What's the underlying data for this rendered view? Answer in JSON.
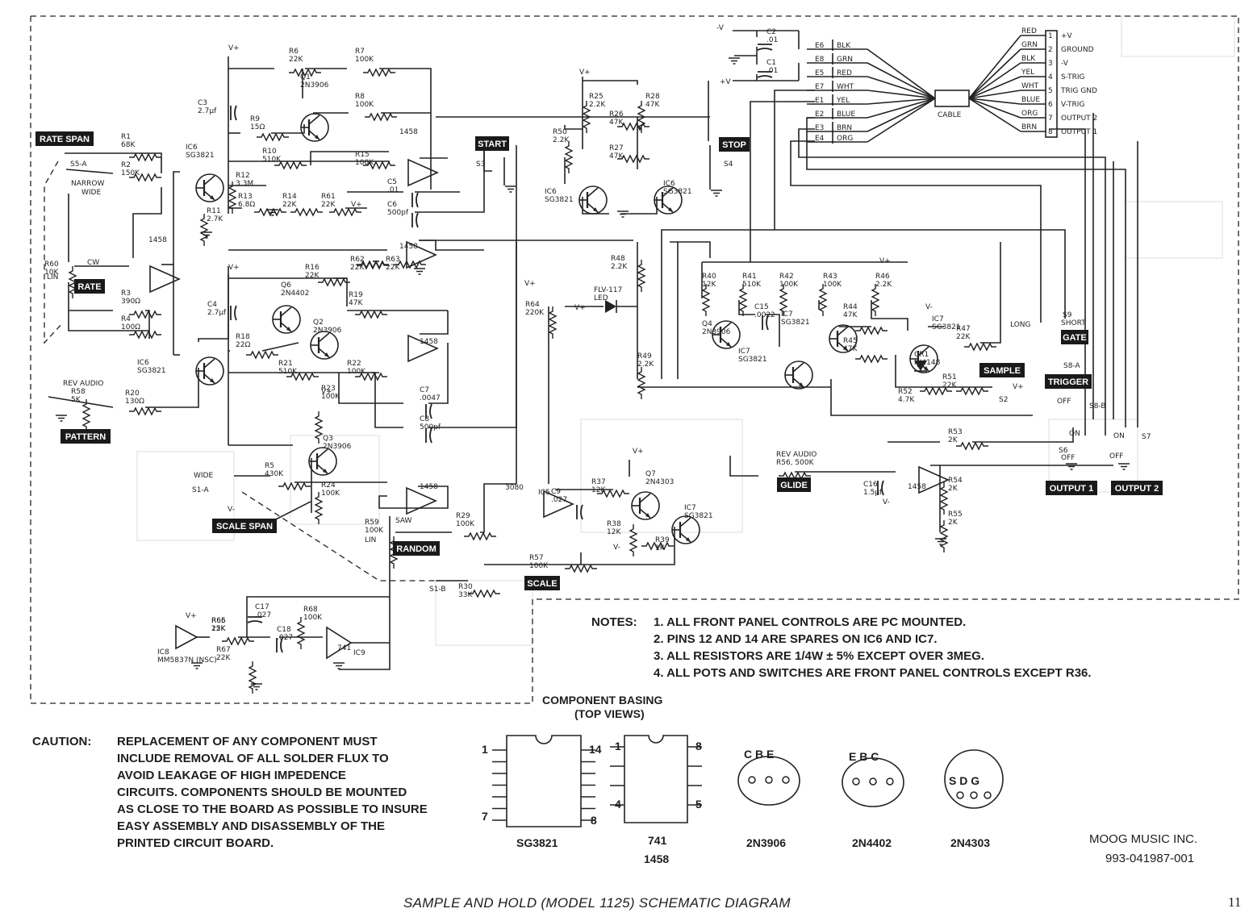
{
  "footer": {
    "title": "SAMPLE AND HOLD (MODEL 1125) SCHEMATIC DIAGRAM",
    "page_number": "11"
  },
  "panel_labels": {
    "rate_span": "RATE SPAN",
    "rate": "RATE",
    "pattern": "PATTERN",
    "scale_span": "SCALE SPAN",
    "random": "RANDOM",
    "scale": "SCALE",
    "start": "START",
    "stop": "STOP",
    "gate": "GATE",
    "sample": "SAMPLE",
    "trigger": "TRIGGER",
    "glide": "GLIDE",
    "output1": "OUTPUT 1",
    "output2": "OUTPUT 2"
  },
  "components": {
    "R1": [
      "R1",
      "68K"
    ],
    "R2": [
      "R2",
      "150K"
    ],
    "R3": [
      "R3",
      "390Ω"
    ],
    "R4": [
      "R4",
      "100Ω"
    ],
    "R5": [
      "R5",
      "430K"
    ],
    "R6": [
      "R6",
      "22K"
    ],
    "R7": [
      "R7",
      "100K"
    ],
    "R8": [
      "R8",
      "100K"
    ],
    "R9": [
      "R9",
      "15Ω"
    ],
    "R10": [
      "R10",
      "510K"
    ],
    "R11": [
      "R11",
      "2.7K"
    ],
    "R12": [
      "R12",
      "3.3M"
    ],
    "R13": [
      "R13",
      "6.8Ω"
    ],
    "R14": [
      "R14",
      "22K"
    ],
    "R15": [
      "R15",
      "100K"
    ],
    "R16": [
      "R16",
      "22K"
    ],
    "R18": [
      "R18",
      "22Ω"
    ],
    "R19": [
      "R19",
      "47K"
    ],
    "R20": [
      "R20",
      "130Ω"
    ],
    "R21": [
      "R21",
      "510K"
    ],
    "R22": [
      "R22",
      "100K"
    ],
    "R23": [
      "R23",
      "100K"
    ],
    "R24": [
      "R24",
      "100K"
    ],
    "R25": [
      "R25",
      "2.2K"
    ],
    "R26": [
      "R26",
      "47K"
    ],
    "R27": [
      "R27",
      "47K"
    ],
    "R28": [
      "R28",
      "47K"
    ],
    "R29": [
      "R29",
      "100K"
    ],
    "R30": [
      "R30",
      "33K"
    ],
    "R37": [
      "R37",
      "12K"
    ],
    "R38": [
      "R38",
      "12K"
    ],
    "R39": [
      "R39",
      "1K"
    ],
    "R40": [
      "R40",
      "12K"
    ],
    "R41": [
      "R41",
      "510K"
    ],
    "R42": [
      "R42",
      "100K"
    ],
    "R43": [
      "R43",
      "100K"
    ],
    "R44": [
      "R44",
      "47K"
    ],
    "R45": [
      "R45",
      "47K"
    ],
    "R46": [
      "R46",
      "2.2K"
    ],
    "R47": [
      "R47",
      "22K"
    ],
    "R48": [
      "R48",
      "2.2K"
    ],
    "R49": [
      "R49",
      "2.2K"
    ],
    "R50": [
      "R50",
      "2.2K"
    ],
    "R51": [
      "R51",
      "22K"
    ],
    "R52": [
      "R52",
      "4.7K"
    ],
    "R53": [
      "R53",
      "2K"
    ],
    "R54": [
      "R54",
      "2K"
    ],
    "R55": [
      "R55",
      "2K"
    ],
    "R61": [
      "R61",
      "22K"
    ],
    "R62": [
      "R62",
      "22K"
    ],
    "R63": [
      "R63",
      "22K"
    ],
    "R64": [
      "R64",
      "220K"
    ],
    "R65": [
      "R65",
      "22K"
    ],
    "R66": [
      "R66",
      "15K"
    ],
    "R67": [
      "R67",
      "22K"
    ],
    "R68": [
      "R68",
      "100K"
    ],
    "R56": [
      "REV AUDIO",
      "R56, 500K"
    ],
    "R57": [
      "R57",
      "100K"
    ],
    "R58": [
      "R58",
      "5K"
    ],
    "R59": [
      "R59",
      "100K"
    ],
    "R60": [
      "R60",
      "10K"
    ],
    "C1": [
      "C1",
      ".01"
    ],
    "C2": [
      "C2",
      ".01"
    ],
    "C3": [
      "C3",
      "2.7μf"
    ],
    "C4": [
      "C4",
      "2.7μf"
    ],
    "C5": [
      "C5",
      ".01"
    ],
    "C6": [
      "C6",
      "500pf"
    ],
    "C7": [
      "C7",
      ".0047"
    ],
    "C8": [
      "C8",
      "500pf"
    ],
    "C9": [
      "C9",
      ".027"
    ],
    "C15": [
      "C15",
      ".0022"
    ],
    "C16": [
      "C16",
      "1.5μf"
    ],
    "C17": [
      "C17",
      ".027"
    ],
    "C18": [
      "C18",
      ".027"
    ],
    "Q1": [
      "Q1",
      "2N3906"
    ],
    "Q2": [
      "Q2",
      "2N3906"
    ],
    "Q3": [
      "Q3",
      "2N3906"
    ],
    "Q4": [
      "Q4",
      "2N3906"
    ],
    "Q6": [
      "Q6",
      "2N4402"
    ],
    "Q7": [
      "Q7",
      "2N4303"
    ],
    "CR1": [
      "CR1",
      "IN4148"
    ],
    "IC6a": [
      "IC6",
      "SG3821"
    ],
    "IC6b": [
      "IC6",
      "SG3821"
    ],
    "IC6c": [
      "IC6",
      "SG3821"
    ],
    "IC6big": [
      "IC6",
      "SG3821"
    ],
    "IC7a": [
      "IC7",
      "SG3821"
    ],
    "IC7b": [
      "IC7",
      "SG3821"
    ],
    "IC7c": [
      "IC7",
      "SG3821"
    ],
    "IC7d": [
      "IC7",
      "SG3821"
    ],
    "IC8": [
      "IC8",
      "MM5837N (NSC)"
    ],
    "ICop": [
      "1458",
      "IC9",
      "741",
      "3080",
      "IC5"
    ],
    "LED": [
      "FLV-117",
      "LED"
    ]
  },
  "misc_labels": {
    "vplus": "V+",
    "vminus": "V-",
    "cw": "CW",
    "lin": "LIN",
    "wide": "WIDE",
    "narrow_wide": [
      "NARROW",
      "WIDE"
    ],
    "rev_audio": "REV AUDIO",
    "saw": "SAW",
    "long": "LONG",
    "short": "SHORT",
    "on": "ON",
    "off": "OFF",
    "cable": "CABLE",
    "switches": [
      "S5-A",
      "S3",
      "S4",
      "S1-A",
      "S1-B",
      "S2",
      "S8-A",
      "S8-B",
      "S9",
      "S6",
      "S7"
    ],
    "edge_pins": [
      "E6",
      "E8",
      "E5",
      "E7",
      "E1",
      "E2",
      "E3",
      "E4"
    ],
    "edge_colors": [
      "BLK",
      "GRN",
      "RED",
      "WHT",
      "YEL",
      "BLUE",
      "BRN",
      "ORG"
    ],
    "connector_colors": [
      "RED",
      "GRN",
      "BLK",
      "YEL",
      "WHT",
      "BLUE",
      "ORG",
      "BRN"
    ],
    "connector_functions": [
      "+V",
      "GROUND",
      "-V",
      "S-TRIG",
      "TRIG GND",
      "V-TRIG",
      "OUTPUT 2",
      "OUTPUT 1"
    ]
  },
  "notes": {
    "heading": "NOTES:",
    "items": [
      "1.  ALL FRONT PANEL CONTROLS ARE PC MOUNTED.",
      "2.  PINS 12 AND 14 ARE SPARES ON IC6 AND IC7.",
      "3.  ALL RESISTORS ARE 1/4W ± 5% EXCEPT OVER 3MEG.",
      "4.  ALL POTS AND SWITCHES ARE FRONT PANEL CONTROLS EXCEPT R36."
    ]
  },
  "caution": {
    "heading": "CAUTION:",
    "lines": [
      "REPLACEMENT OF ANY COMPONENT MUST",
      "INCLUDE REMOVAL OF ALL SOLDER FLUX TO",
      "AVOID LEAKAGE OF HIGH IMPEDENCE",
      "CIRCUITS. COMPONENTS SHOULD BE MOUNTED",
      "AS CLOSE TO THE BOARD AS POSSIBLE TO INSURE",
      "EASY ASSEMBLY AND DISASSEMBLY OF THE",
      "PRINTED CIRCUIT BOARD."
    ]
  },
  "basing": {
    "title": [
      "COMPONENT BASING",
      "(TOP VIEWS)"
    ],
    "sg3821": {
      "name": "SG3821",
      "pin_tl": "1",
      "pin_tr": "14",
      "pin_bl": "7",
      "pin_br": "8"
    },
    "ic741": {
      "name": [
        "741",
        "1458"
      ],
      "pin_tl": "1",
      "pin_tr": "8",
      "pin_bl": "4",
      "pin_br": "5"
    },
    "t2n3906": {
      "name": "2N3906",
      "pins": "C B E"
    },
    "t2n4402": {
      "name": "2N4402",
      "pins": "E B C"
    },
    "t2n4303": {
      "name": "2N4303",
      "pins": "S D G"
    }
  },
  "maker": {
    "name": "MOOG MUSIC INC.",
    "part_number": "993-041987-001"
  }
}
